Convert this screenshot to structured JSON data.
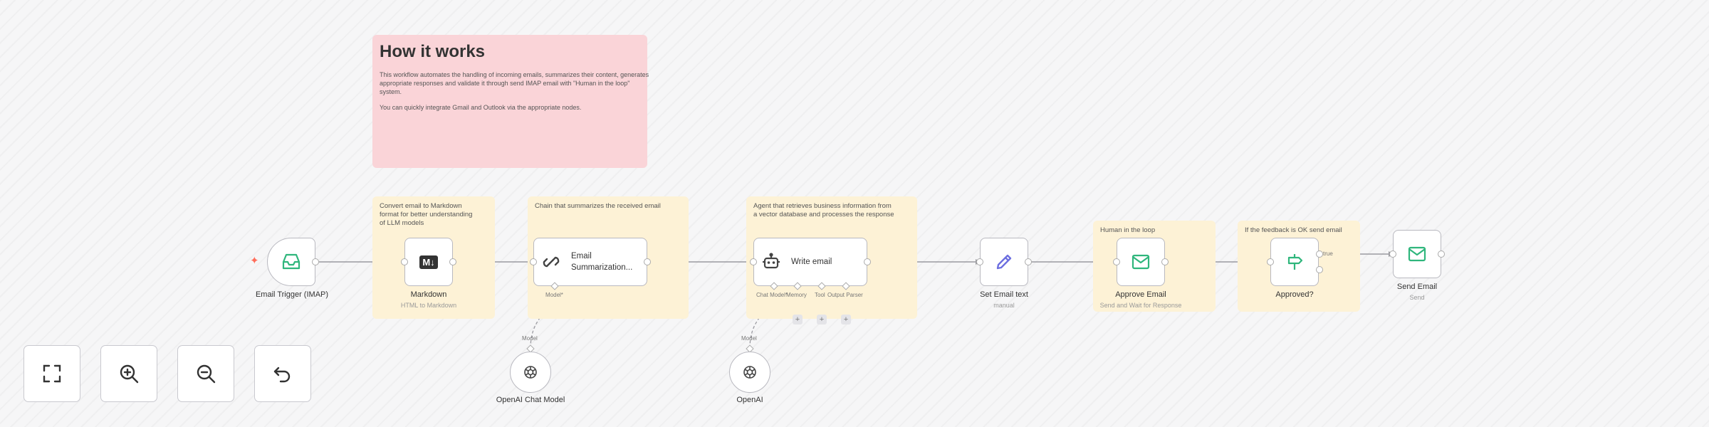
{
  "sticky_notes": {
    "how_it_works": {
      "title": "How it works",
      "paragraph_1": "This workflow automates the handling of incoming emails, summarizes their content, generates appropriate responses and validate it through send IMAP email with \"Human in the loop\" system.",
      "paragraph_2": "You can quickly integrate Gmail and Outlook via the appropriate nodes."
    },
    "markdown_note": "Convert email to Markdown\nformat for better understanding\nof LLM models",
    "summarize_note": "Chain that summarizes the received email",
    "agent_note": "Agent that retrieves business information from\na vector database and processes the response",
    "hitl_note": "Human in the loop",
    "feedback_note": "If the feedback is OK send email"
  },
  "nodes": {
    "email_trigger": {
      "title": "Email Trigger (IMAP)",
      "icon": "inbox-icon"
    },
    "markdown": {
      "title": "Markdown",
      "subtitle": "HTML to Markdown",
      "icon_text": "M↓"
    },
    "email_summarization": {
      "title_line1": "Email",
      "title_line2": "Summarization...",
      "icon": "link-icon",
      "model_port": "Model*"
    },
    "write_email": {
      "title": "Write email",
      "icon": "robot-icon",
      "ports": [
        "Chat Model*",
        "Memory",
        "Tool",
        "Output Parser"
      ]
    },
    "set_email_text": {
      "title": "Set Email text",
      "subtitle": "manual",
      "icon": "pencil-icon"
    },
    "approve_email": {
      "title": "Approve Email",
      "subtitle": "Send and Wait for Response",
      "icon": "mail-icon"
    },
    "approved": {
      "title": "Approved?",
      "icon": "signpost-icon",
      "branch_true": "true"
    },
    "send_email": {
      "title": "Send Email",
      "subtitle": "Send",
      "icon": "mail-icon"
    },
    "openai_chat_model": {
      "title": "OpenAI Chat Model",
      "port_label": "Model",
      "icon": "openai-icon"
    },
    "openai": {
      "title": "OpenAI",
      "port_label": "Model",
      "icon": "openai-icon"
    }
  },
  "plus_symbol": "+",
  "controls": [
    "fit-view-icon",
    "zoom-in-icon",
    "zoom-out-icon",
    "reset-icon"
  ],
  "colors": {
    "accent": "#ff6d5a",
    "green": "#2fb67c",
    "purple": "#6d6fe0",
    "edge": "#9a9aa0"
  }
}
